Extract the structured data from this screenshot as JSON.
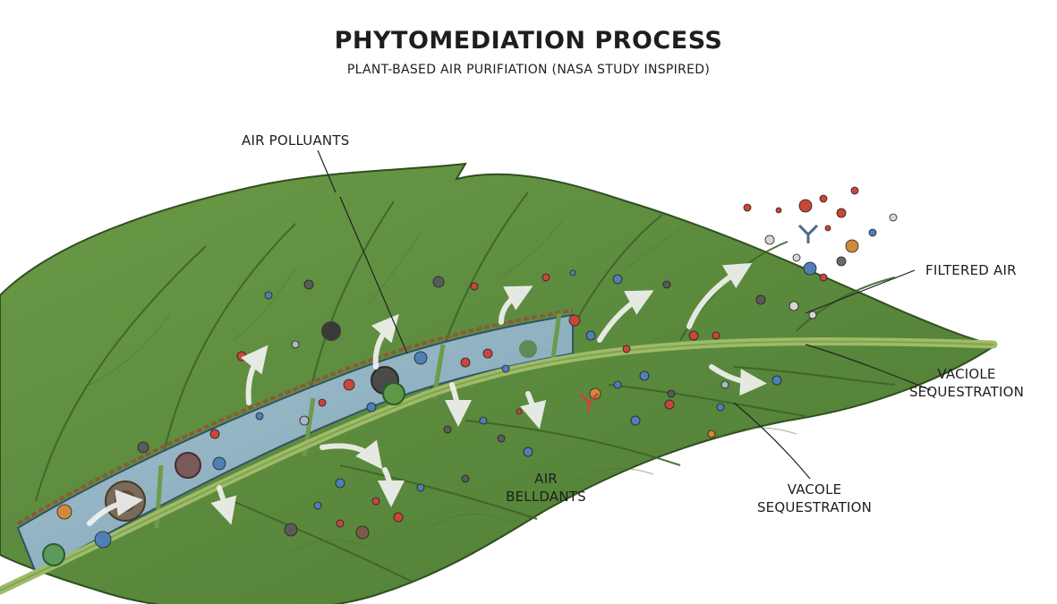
{
  "title": "PHYTOMEDIATION PROCESS",
  "subtitle": "PLANT-BASED AIR PURIFIATION (NASA STUDY INSPIRED)",
  "labels": {
    "air_pollutants": "AIR POLLUANTS",
    "filtered_air": "FILTERED AIR",
    "vacuole_1_line1": "VACIOLE",
    "vacuole_1_line2": "SEQUESTRATION",
    "vacuole_2_line1": "VACOLE",
    "vacuole_2_line2": "SEQUESTRATION",
    "air_bellutants_line1": "AIR",
    "air_bellutants_line2": "BELLDANTS"
  },
  "colors": {
    "leaf": "#5e8c3e",
    "leaf_dark": "#3f6a2a",
    "vein": "#8fb05c",
    "cell": "#8fb3c9",
    "cell_dark": "#5b8aa6",
    "pollutant_red": "#c9463a",
    "pollutant_blue": "#4f7fb5",
    "pollutant_gray": "#5a5a5a",
    "pollutant_orange": "#d08a3a"
  },
  "icons": [
    "leaf-shape",
    "pollutant-particle-icon",
    "airflow-arrow-icon",
    "vacuole-cell-icon"
  ]
}
